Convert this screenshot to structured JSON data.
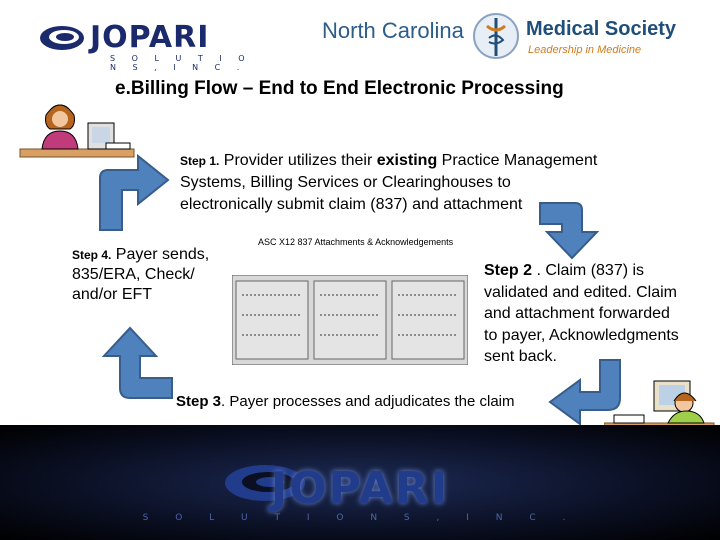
{
  "header": {
    "jopari_logo": {
      "name": "JOPARI",
      "tagline": "S O L U T I O N S , I N C ."
    },
    "ncms_logo": {
      "left": "North Carolina",
      "right": "Medical Society",
      "tagline": "Leadership in Medicine"
    }
  },
  "title": "e.Billing Flow – End to End Electronic Processing",
  "steps": {
    "step1": {
      "label": "Step 1.",
      "text_a": " Provider utilizes their ",
      "bold": "existing",
      "text_b": " Practice Management Systems, Billing Services or Clearinghouses to electronically submit claim (837) and attachment"
    },
    "step2": {
      "label": "Step 2",
      "text": " . Claim (837) is validated and edited. Claim and attachment forwarded to payer, Acknowledgments sent back."
    },
    "step3": {
      "label": "Step 3",
      "text": ". Payer processes and  adjudicates the claim"
    },
    "step4": {
      "label": "Step 4.",
      "text": "  Payer sends, 835/ERA, Check/ and/or EFT"
    }
  },
  "asc_label": "ASC X12 837 Attachments  & Acknowledgements",
  "footer": {
    "name": "JOPARI",
    "tagline": "S O L U T I O N S , I N C ."
  },
  "colors": {
    "arrow": "#4f81bd",
    "arrow_stroke": "#385d8a",
    "brand": "#1a2a6c"
  }
}
